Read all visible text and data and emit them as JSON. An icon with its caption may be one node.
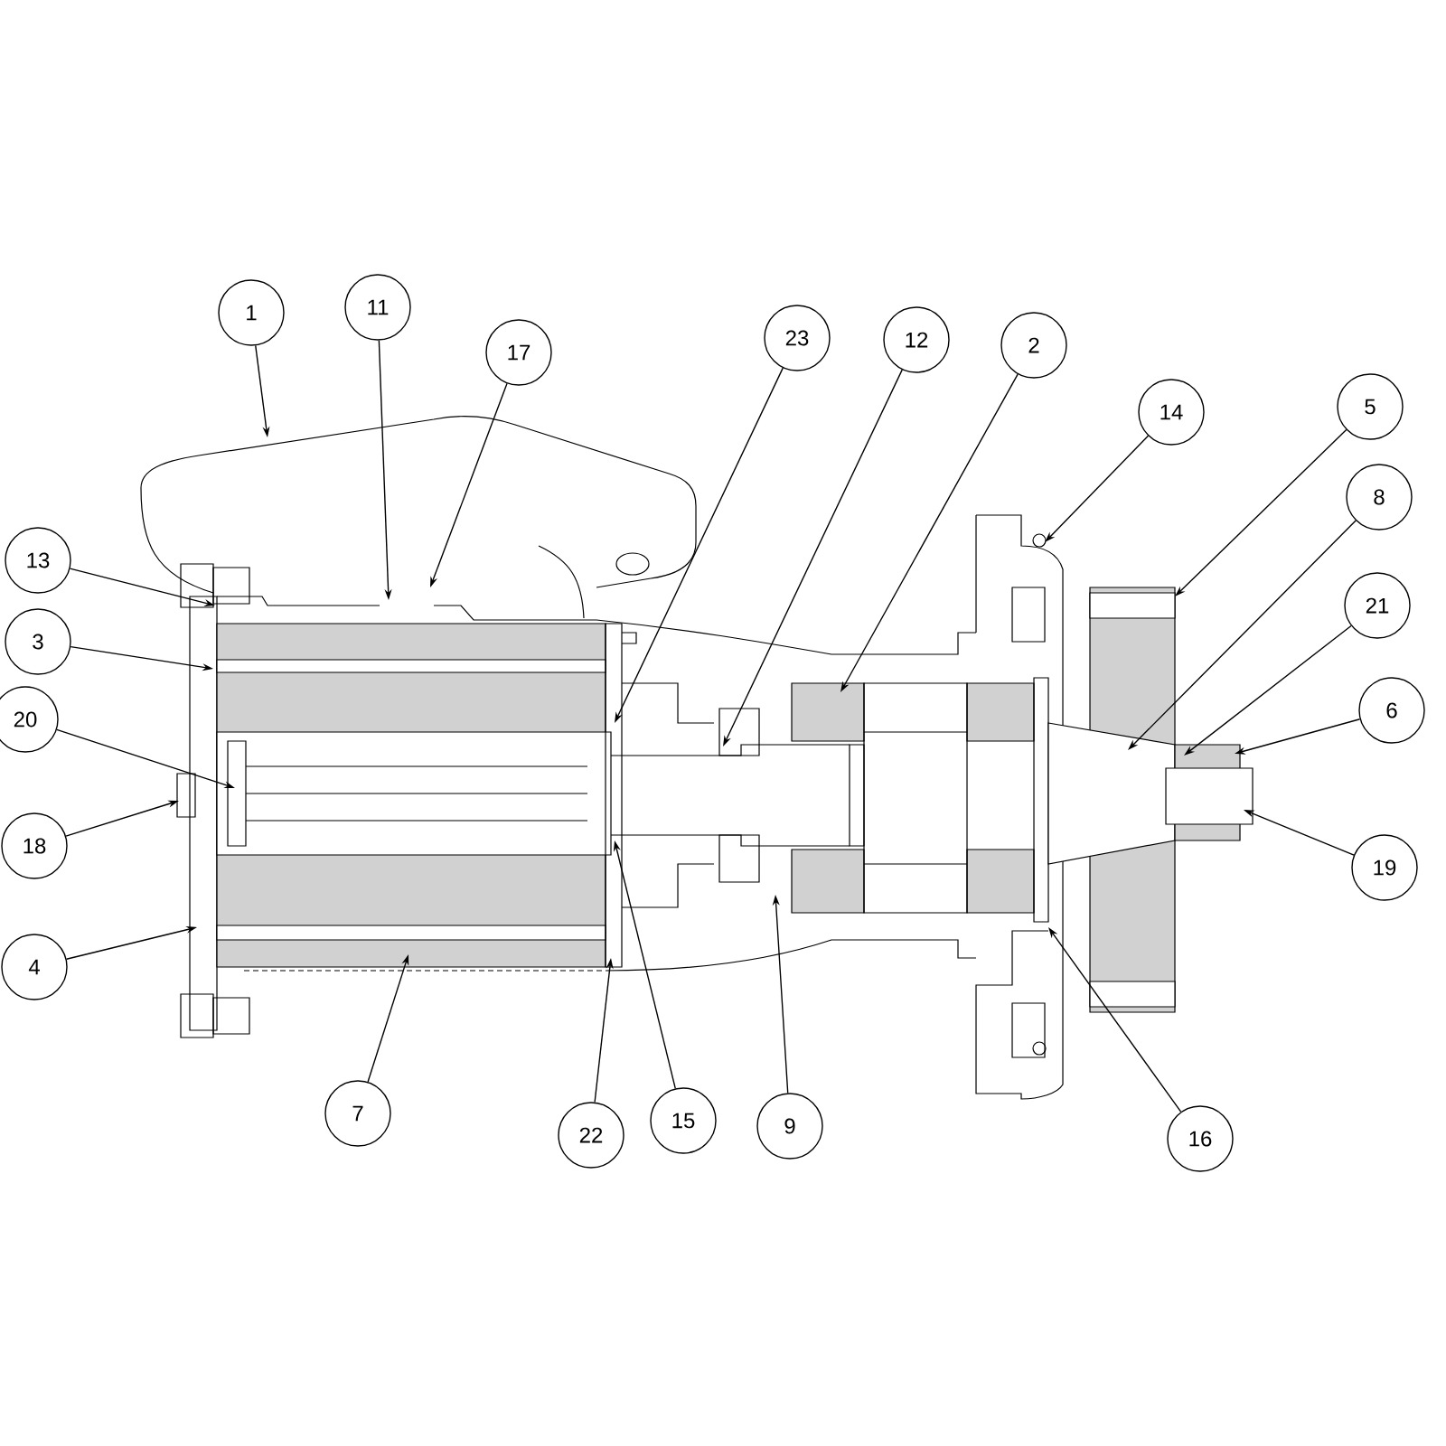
{
  "diagram": {
    "nodes": [
      {
        "text": [
          "1"
        ]
      },
      {
        "text": [
          "11"
        ]
      },
      {
        "text": [
          "17"
        ]
      },
      {
        "text": [
          "23"
        ]
      },
      {
        "text": [
          "12"
        ]
      },
      {
        "text": [
          "2"
        ]
      },
      {
        "text": [
          "14"
        ]
      },
      {
        "text": [
          "5"
        ]
      },
      {
        "text": [
          "8"
        ]
      },
      {
        "text": [
          "21"
        ]
      },
      {
        "text": [
          "6"
        ]
      },
      {
        "text": [
          "19"
        ]
      },
      {
        "text": [
          "16"
        ]
      },
      {
        "text": [
          "9"
        ]
      },
      {
        "text": [
          "15"
        ]
      },
      {
        "text": [
          "22"
        ]
      },
      {
        "text": [
          "7"
        ]
      },
      {
        "text": [
          "4"
        ]
      },
      {
        "text": [
          "18"
        ]
      },
      {
        "text": [
          "20"
        ]
      },
      {
        "text": [
          "3"
        ]
      },
      {
        "text": [
          "13"
        ]
      },
      {
        "text": [],
        "shape": "picture"
      }
    ],
    "edges": [
      {
        "from": 0,
        "to": 22,
        "arrow": "to"
      },
      {
        "from": 1,
        "to": 22,
        "arrow": "to"
      },
      {
        "from": 2,
        "to": 22,
        "arrow": "to"
      },
      {
        "from": 3,
        "to": 22,
        "arrow": "to"
      },
      {
        "from": 4,
        "to": 22,
        "arrow": "to"
      },
      {
        "from": 5,
        "to": 22,
        "arrow": "to"
      },
      {
        "from": 6,
        "to": 22,
        "arrow": "to"
      },
      {
        "from": 7,
        "to": 22,
        "arrow": "to"
      },
      {
        "from": 8,
        "to": 22,
        "arrow": "to"
      },
      {
        "from": 9,
        "to": 22,
        "arrow": "to"
      },
      {
        "from": 10,
        "to": 22,
        "arrow": "to"
      },
      {
        "from": 11,
        "to": 22,
        "arrow": "to"
      },
      {
        "from": 12,
        "to": 22,
        "arrow": "to"
      },
      {
        "from": 13,
        "to": 22,
        "arrow": "to"
      },
      {
        "from": 14,
        "to": 22,
        "arrow": "to"
      },
      {
        "from": 15,
        "to": 22,
        "arrow": "to"
      },
      {
        "from": 16,
        "to": 22,
        "arrow": "to"
      },
      {
        "from": 17,
        "to": 22,
        "arrow": "to"
      },
      {
        "from": 18,
        "to": 22,
        "arrow": "to"
      },
      {
        "from": 19,
        "to": 22,
        "arrow": "to"
      },
      {
        "from": 20,
        "to": 22,
        "arrow": "to"
      },
      {
        "from": 21,
        "to": 22,
        "arrow": "to"
      }
    ]
  }
}
